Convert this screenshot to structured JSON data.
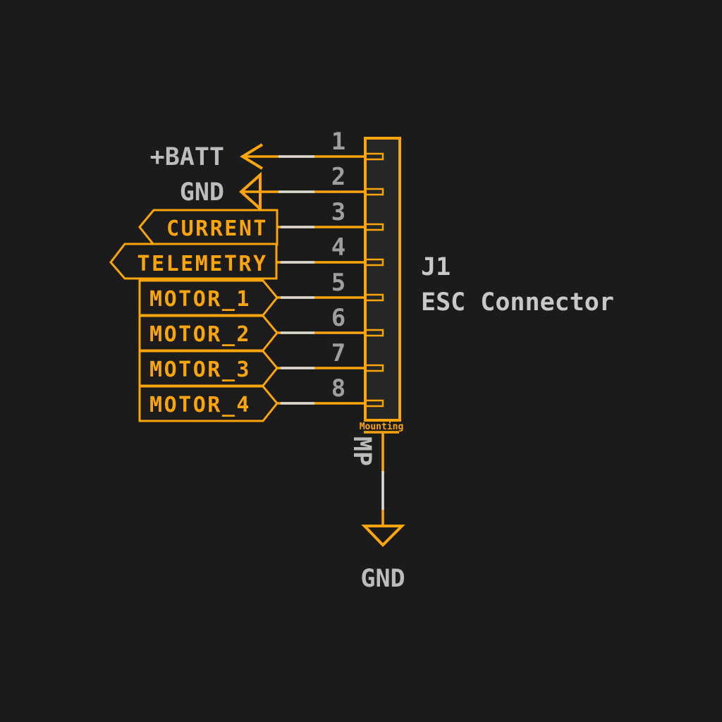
{
  "schematic": {
    "type": "kicad-style-schematic",
    "background": "#1b1b1b",
    "colors": {
      "accent_orange": "#fba50d",
      "wire_highlight_white": "#d8d8d8",
      "net_label_gray": "#bcbcbc",
      "pin_number_gray": "#9e9e9e",
      "reference_gray": "#c8c8c8",
      "connector_body_fill": "#262626"
    },
    "connector": {
      "reference": "J1",
      "value": "ESC Connector",
      "mounting_pin": {
        "number": "MP",
        "name": "Mounting"
      }
    },
    "pins": [
      {
        "number": "1",
        "label": "+BATT",
        "label_style": "open-arrow-left"
      },
      {
        "number": "2",
        "label": "GND",
        "label_style": "triangle-arrow-left"
      },
      {
        "number": "3",
        "label": "CURRENT",
        "label_style": "flag-point-left"
      },
      {
        "number": "4",
        "label": "TELEMETRY",
        "label_style": "flag-point-left"
      },
      {
        "number": "5",
        "label": "MOTOR_1",
        "label_style": "flag-point-right"
      },
      {
        "number": "6",
        "label": "MOTOR_2",
        "label_style": "flag-point-right"
      },
      {
        "number": "7",
        "label": "MOTOR_3",
        "label_style": "flag-point-right"
      },
      {
        "number": "8",
        "label": "MOTOR_4",
        "label_style": "flag-point-right"
      }
    ],
    "power_symbol": {
      "net": "GND",
      "style": "open-triangle-down"
    }
  }
}
